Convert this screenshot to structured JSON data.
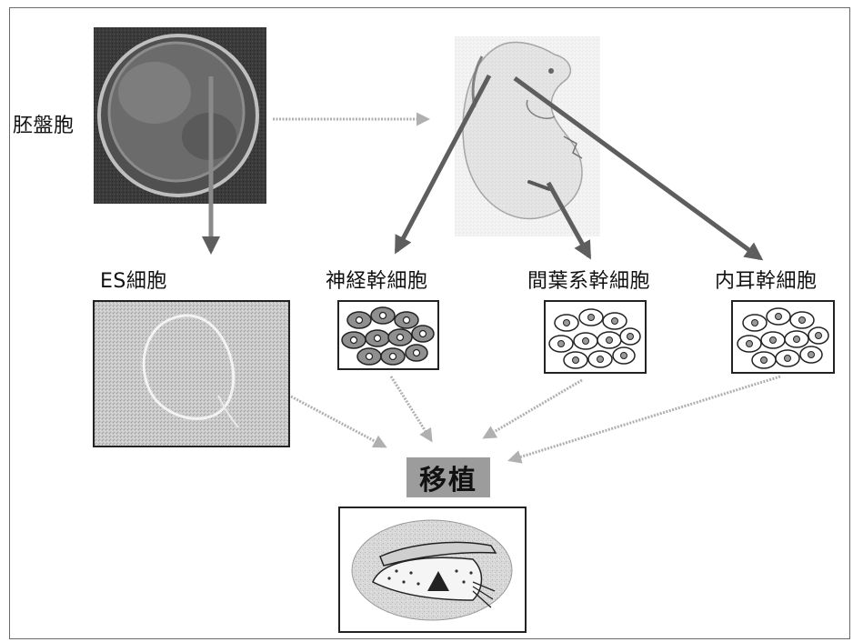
{
  "labels": {
    "blastocyst": "胚盤胞",
    "es_cells": "ES細胞",
    "neural_stem_cells": "神経幹細胞",
    "mesenchymal_stem_cells": "間葉系幹細胞",
    "inner_ear_stem_cells": "内耳幹細胞",
    "transplant": "移植"
  },
  "colors": {
    "primary_arrow": "#6b6b6b",
    "secondary_arrow": "#a8a8a8",
    "neural_cell_fill": "#8f8f8f",
    "outline": "#222222"
  }
}
